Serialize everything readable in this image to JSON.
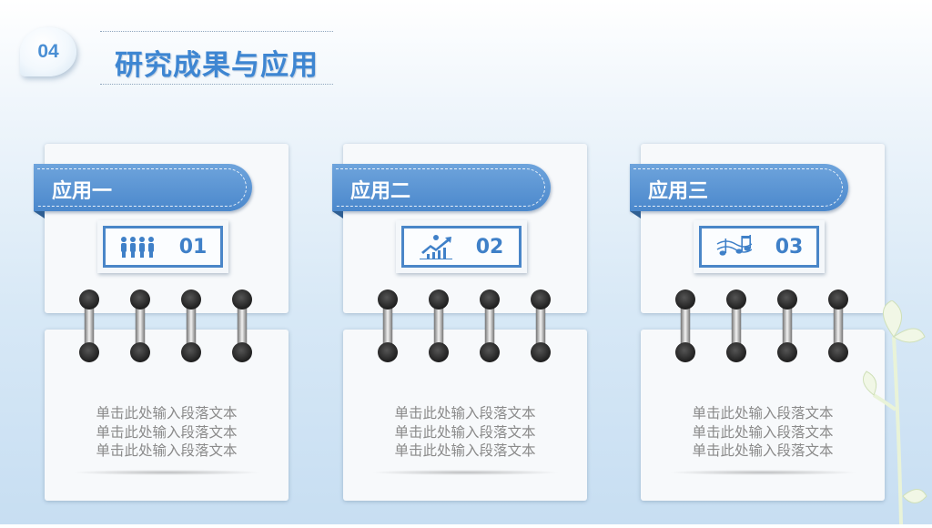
{
  "section": {
    "number": "04",
    "title": "研究成果与应用"
  },
  "cards": [
    {
      "ribbon_label": "应用一",
      "number": "01",
      "icon": "people-group-icon",
      "lines": [
        "单击此处输入段落文本",
        "单击此处输入段落文本",
        "单击此处输入段落文本"
      ]
    },
    {
      "ribbon_label": "应用二",
      "number": "02",
      "icon": "growth-chart-icon",
      "lines": [
        "单击此处输入段落文本",
        "单击此处输入段落文本",
        "单击此处输入段落文本"
      ]
    },
    {
      "ribbon_label": "应用三",
      "number": "03",
      "icon": "music-notes-icon",
      "lines": [
        "单击此处输入段落文本",
        "单击此处输入段落文本",
        "单击此处输入段落文本"
      ]
    }
  ],
  "colors": {
    "accent": "#4a88cc",
    "title": "#3e86d2",
    "body_text": "#8a8a8a"
  }
}
